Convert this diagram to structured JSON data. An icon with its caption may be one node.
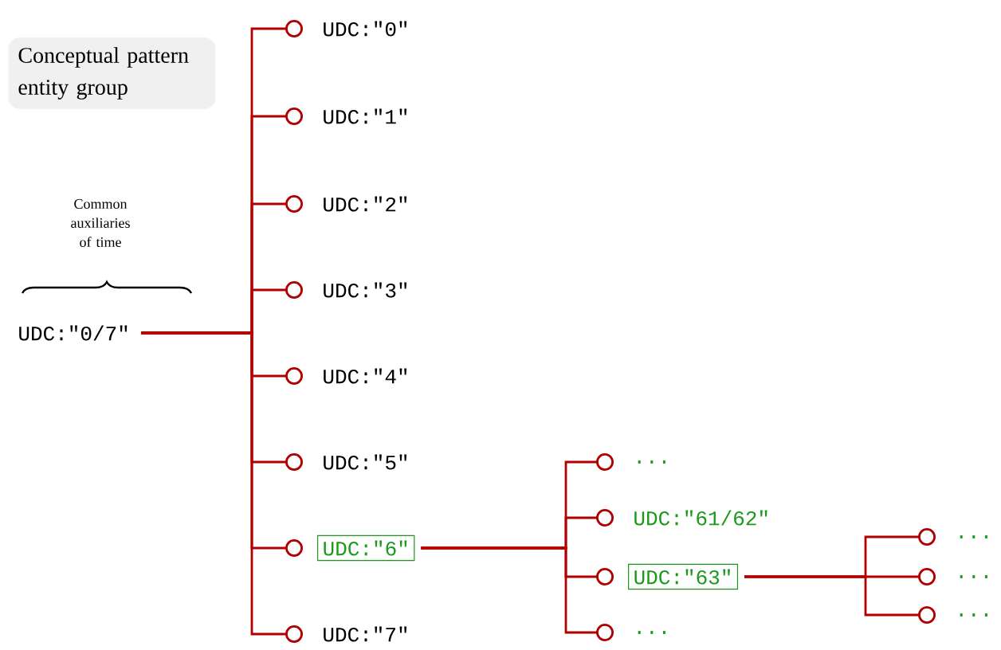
{
  "diagram": {
    "nodes": [
      {
        "text": [
          "Conceptual pattern entity group"
        ]
      },
      {
        "text": [
          "UDC:\"0/7\""
        ]
      },
      {
        "text": [
          "UDC:\"0\""
        ]
      },
      {
        "text": [
          "UDC:\"1\""
        ]
      },
      {
        "text": [
          "UDC:\"2\""
        ]
      },
      {
        "text": [
          "UDC:\"3\""
        ]
      },
      {
        "text": [
          "UDC:\"4\""
        ]
      },
      {
        "text": [
          "UDC:\"5\""
        ]
      },
      {
        "text": [
          "UDC:\"6\""
        ]
      },
      {
        "text": [
          "UDC:\"7\""
        ]
      },
      {
        "text": [
          "..."
        ]
      },
      {
        "text": [
          "UDC:\"61/62\""
        ]
      },
      {
        "text": [
          "UDC:\"63\""
        ]
      },
      {
        "text": [
          "..."
        ]
      },
      {
        "text": [
          "..."
        ]
      },
      {
        "text": [
          "..."
        ]
      },
      {
        "text": [
          "..."
        ]
      }
    ],
    "edges": [
      {
        "from": 1,
        "to": 2,
        "arrow": "other"
      },
      {
        "from": 1,
        "to": 3,
        "arrow": "other"
      },
      {
        "from": 1,
        "to": 4,
        "arrow": "other"
      },
      {
        "from": 1,
        "to": 5,
        "arrow": "other"
      },
      {
        "from": 1,
        "to": 6,
        "arrow": "other"
      },
      {
        "from": 1,
        "to": 7,
        "arrow": "other"
      },
      {
        "from": 1,
        "to": 8,
        "arrow": "other"
      },
      {
        "from": 1,
        "to": 9,
        "arrow": "other"
      },
      {
        "from": 8,
        "to": 10,
        "arrow": "other"
      },
      {
        "from": 8,
        "to": 11,
        "arrow": "other"
      },
      {
        "from": 8,
        "to": 12,
        "arrow": "other"
      },
      {
        "from": 8,
        "to": 13,
        "arrow": "other"
      },
      {
        "from": 12,
        "to": 14,
        "arrow": "other"
      },
      {
        "from": 12,
        "to": 15,
        "arrow": "other"
      },
      {
        "from": 12,
        "to": 16,
        "arrow": "other"
      }
    ],
    "labels": [
      "Common auxiliaries of time"
    ]
  }
}
